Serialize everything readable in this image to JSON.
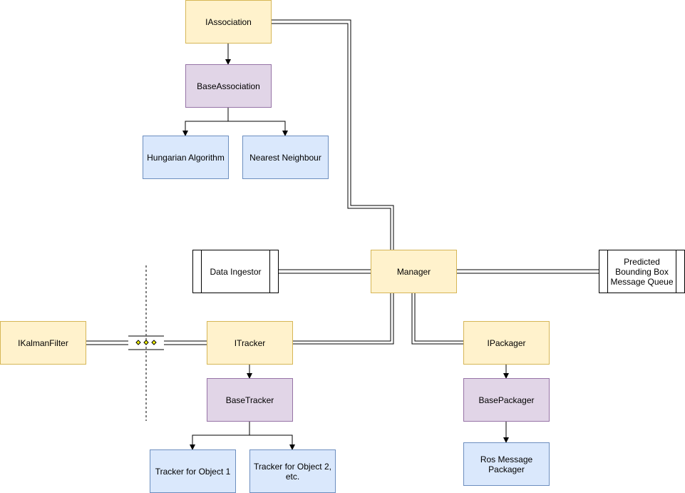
{
  "nodes": {
    "iassociation": "IAssociation",
    "baseassociation": "BaseAssociation",
    "hungarian": "Hungarian Algorithm",
    "nearest": "Nearest Neighbour",
    "data_ingestor": "Data Ingestor",
    "manager": "Manager",
    "predicted_queue": "Predicted Bounding Box Message Queue",
    "ikalman": "IKalmanFilter",
    "itracker": "ITracker",
    "ipackager": "IPackager",
    "basetracker": "BaseTracker",
    "basepackager": "BasePackager",
    "tracker1": "Tracker for Object 1",
    "tracker2": "Tracker for Object 2, etc.",
    "ros_packager": "Ros Message Packager"
  },
  "colors": {
    "interface_fill": "#fff2cc",
    "base_fill": "#e1d5e7",
    "impl_fill": "#dae8fc",
    "junction_dot": "#ffff00"
  }
}
